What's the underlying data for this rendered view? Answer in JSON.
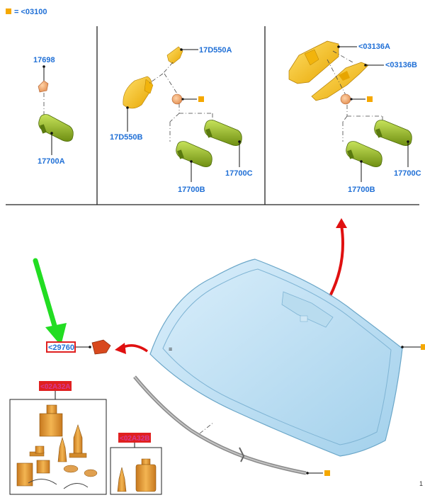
{
  "legend": {
    "symbol_color": "#f5a800",
    "text": "= <03100"
  },
  "colors": {
    "label_blue": "#1f6fd6",
    "callout_highlight": "#e02020",
    "green_arrow": "#22dd22",
    "red_arrow": "#e01010",
    "mirror_green": "#9bbf2a",
    "bracket_yellow": "#f7c21b",
    "glass_blue": "#a9d4ee",
    "kit_orange": "#e8a23a"
  },
  "panel_left": {
    "part_top": "17698",
    "part_bottom": "17700A"
  },
  "panel_middle": {
    "cover_top": "17D550A",
    "cover_left": "17D550B",
    "mirror_right": "17700C",
    "mirror_bottom": "17700B"
  },
  "panel_right": {
    "bracket_top": "<03136A",
    "bracket_bottom": "<03136B",
    "mirror_right": "17700C",
    "mirror_bottom": "17700B"
  },
  "windshield": {
    "bracket_callout": "<29760"
  },
  "kits": {
    "kit_left_label": "<02A32A",
    "kit_right_label": "<02A32B"
  },
  "corner_mark": "1"
}
